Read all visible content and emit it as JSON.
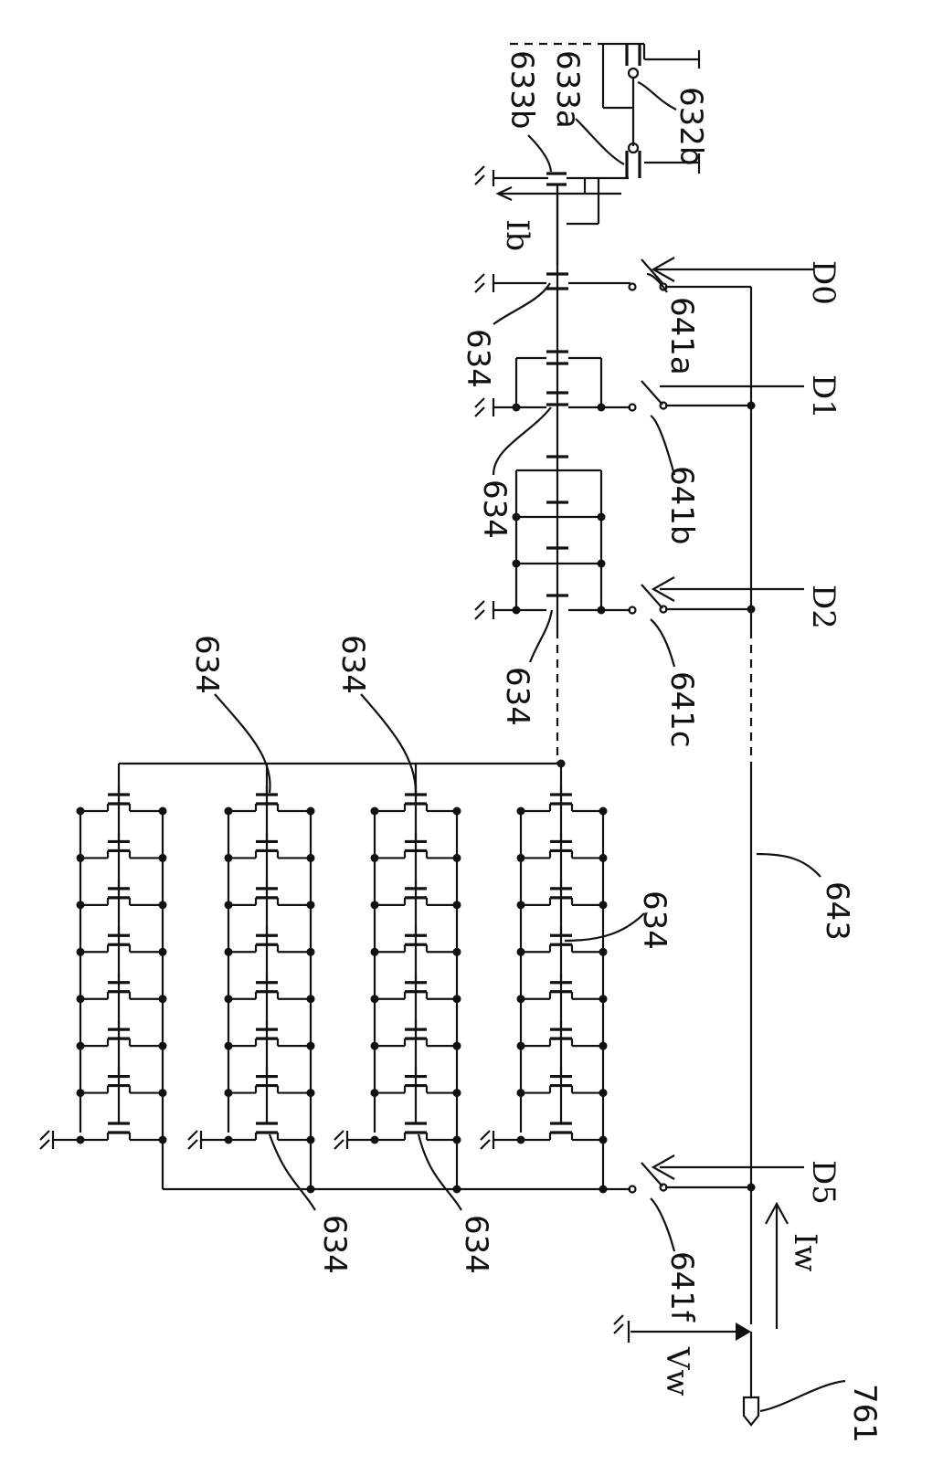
{
  "labels": {
    "d0": "D0",
    "d1": "D1",
    "d2": "D2",
    "d5": "D5",
    "ib": "Ib",
    "iw": "Iw",
    "vw": "Vw",
    "r632b": "632b",
    "r633a": "633a",
    "r633b": "633b",
    "r634": "634",
    "r641a": "641a",
    "r641b": "641b",
    "r641c": "641c",
    "r641f": "641f",
    "r643": "643",
    "r761": "761"
  },
  "diagram": {
    "type": "current-output circuit schematic",
    "columns": [
      {
        "name": "column-1",
        "transistor_count": 8
      },
      {
        "name": "column-2",
        "transistor_count": 8
      },
      {
        "name": "column-3",
        "transistor_count": 8
      },
      {
        "name": "column-4",
        "transistor_count": 8
      }
    ],
    "bit_groups": [
      {
        "bit": "D0",
        "transistor_count": 1
      },
      {
        "bit": "D1",
        "transistor_count": 2
      },
      {
        "bit": "D2",
        "transistor_count": 4
      },
      {
        "bit": "D5",
        "transistor_count": 32
      }
    ]
  }
}
